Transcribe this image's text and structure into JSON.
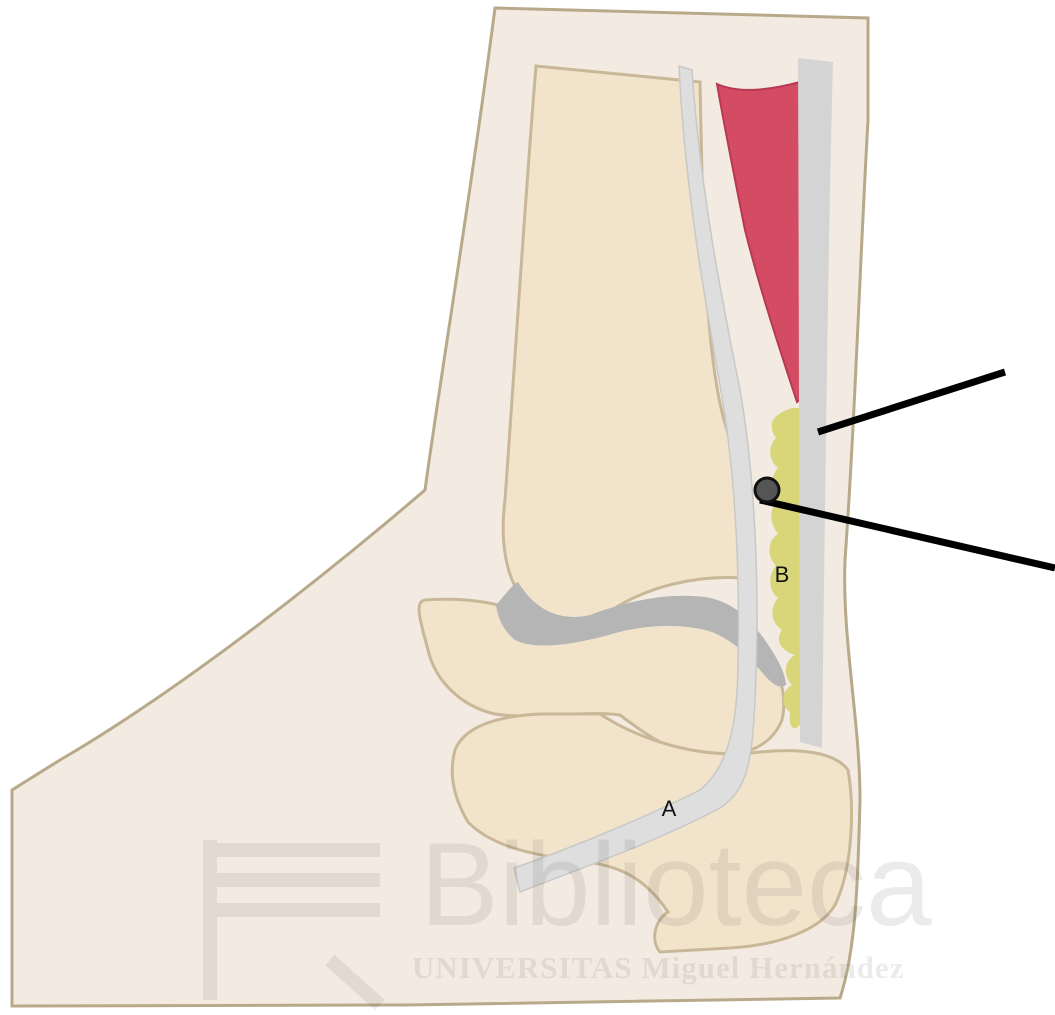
{
  "labels": {
    "a": "A",
    "b": "B"
  },
  "watermark": {
    "title": "Biblioteca",
    "subtitle": "UNIVERSITAS Miguel Hernández"
  },
  "colors": {
    "skin": "#f3ebe1",
    "skin_outline": "#b8a98a",
    "bone": "#f2e3cb",
    "bone_outline": "#c9b898",
    "cartilage": "#b5b5b5",
    "tendon": "#d9d9d9",
    "muscle": "#d44b64",
    "fat_pad": "#d9d67a",
    "pointer": "#000000",
    "marker_fill": "#555555"
  }
}
